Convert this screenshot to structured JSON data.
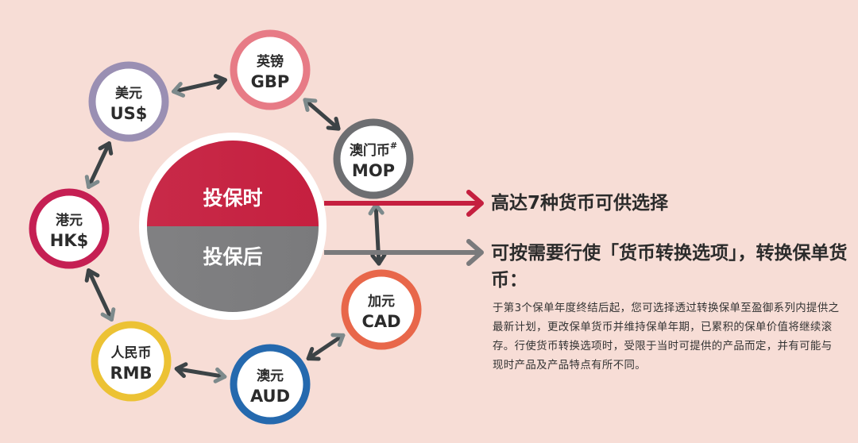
{
  "center": {
    "top_label": "投保时",
    "bottom_label": "投保后",
    "top_color": "#c51f3f",
    "bottom_color": "#7a7a7c"
  },
  "currencies": [
    {
      "cn": "英镑",
      "code": "GBP",
      "sup": "",
      "ring": "#e77b86"
    },
    {
      "cn": "澳门币",
      "code": "MOP",
      "sup": "#",
      "ring": "#6d6e71"
    },
    {
      "cn": "加元",
      "code": "CAD",
      "sup": "",
      "ring": "#e8674a"
    },
    {
      "cn": "澳元",
      "code": "AUD",
      "sup": "",
      "ring": "#2569ae"
    },
    {
      "cn": "人民币",
      "code": "RMB",
      "sup": "",
      "ring": "#ecc234"
    },
    {
      "cn": "港元",
      "code": "HK$",
      "sup": "",
      "ring": "#c51f53"
    },
    {
      "cn": "美元",
      "code": "US$",
      "sup": "",
      "ring": "#9a8fb3"
    }
  ],
  "side": {
    "line1": "高达7种货币可供选择",
    "line2": "可按需要行使「货币转换选项」，转换保单货币：",
    "description": "于第3个保单年度终结后起，您可选择透过转换保单至盈御系列内提供之最新计划，更改保单货币并维持保单年期，已累积的保单价值将继续滚存。行使货币转换选项时，受限于当时可提供的产品而定，并有可能与现时产品及产品特点有所不同。",
    "arrow1_color": "#c51f3f",
    "arrow2_color": "#7a7a7c"
  }
}
